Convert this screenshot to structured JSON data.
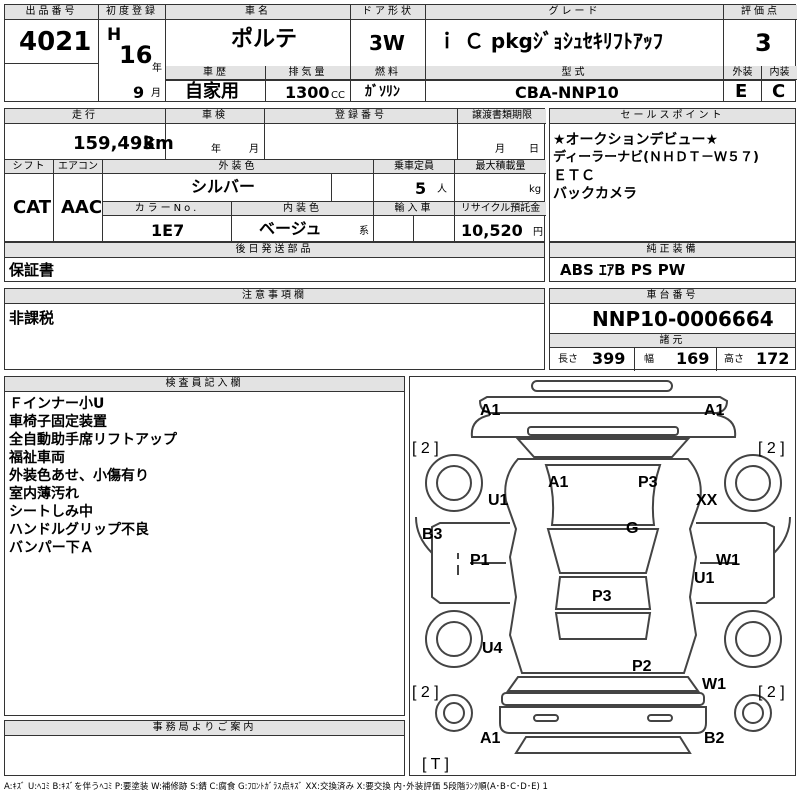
{
  "header_labels": {
    "lot_no": "出品番号",
    "first_reg": "初度登録",
    "car_name": "車名",
    "door_type": "ドア形状",
    "grade": "グレード",
    "score": "評価点",
    "history": "車歴",
    "displacement": "排気量",
    "fuel": "燃料",
    "model_code": "型式",
    "exterior": "外装",
    "interior": "内装"
  },
  "vehicle": {
    "lot_no": "4021",
    "era": "H",
    "year": "16",
    "year_unit": "年",
    "month": "9",
    "month_unit": "月",
    "name": "ポルテ",
    "door": "3W",
    "grade": "ｉ Ｃ pkgｼﾞｮｼｭｾｷﾘﾌﾄｱｯﾌ",
    "score": "3",
    "history": "自家用",
    "displacement": "1300",
    "displacement_unit": "CC",
    "fuel": "ｶﾞｿﾘﾝ",
    "model_code": "CBA-NNP10",
    "exterior_grade": "E",
    "interior_grade": "C"
  },
  "row2_labels": {
    "mileage": "走行",
    "inspection": "車検",
    "reg_no": "登録番号",
    "transfer_date": "譲渡書類期限",
    "shift": "シフト",
    "aircon": "エアコン",
    "ext_color": "外装色",
    "capacity": "乗車定員",
    "max_load": "最大積載量",
    "color_no": "カラーNo.",
    "int_color": "内装色",
    "import": "輸入車",
    "recycle": "リサイクル預託金",
    "year_unit": "年",
    "month_unit": "月",
    "day_unit": "日",
    "person_unit": "人",
    "kg_unit": "kg",
    "yen_unit": "円",
    "series_unit": "系"
  },
  "details": {
    "mileage": "159,493",
    "mileage_unit": "km",
    "shift": "CAT",
    "aircon": "AAC",
    "ext_color": "シルバー",
    "capacity": "5",
    "color_no": "1E7",
    "int_color": "ベージュ",
    "recycle": "10,520"
  },
  "sales_points": {
    "label": "セールスポイント",
    "items": [
      "★オークションデビュー★",
      "ディーラーナビ(ＮＨＤＴ－Ｗ５７)",
      "ＥＴＣ",
      "バックカメラ"
    ]
  },
  "later_parts": {
    "label": "後日発送部品",
    "value": "保証書"
  },
  "factory_equipment": {
    "label": "純正装備",
    "value": "ABS ｴｱB PS PW"
  },
  "notes": {
    "label": "注意事項欄",
    "value": "非課税"
  },
  "chassis": {
    "label": "車台番号",
    "value": "NNP10-0006664",
    "specs_label": "諸元",
    "length_label": "長さ",
    "length": "399",
    "width_label": "幅",
    "width": "169",
    "height_label": "高さ",
    "height": "172"
  },
  "inspector": {
    "label": "検査員記入欄",
    "items": [
      "Ｆインナー小U",
      "車椅子固定装置",
      "全自動助手席リフトアップ",
      "福祉車両",
      "外装色あせ、小傷有り",
      "室内薄汚れ",
      "シートしみ中",
      "ハンドルグリップ不良",
      "バンパー下Ａ"
    ]
  },
  "office": {
    "label": "事務局よりご案内"
  },
  "damage_marks": {
    "front_left": "A1",
    "front_right": "A1",
    "bracket_tl": "[ 2 ]",
    "bracket_tr": "[ 2 ]",
    "hood_left": "A1",
    "hood_right": "P3",
    "fender_left": "U1",
    "fender_right": "XX",
    "roof": "G",
    "side_left": "B3",
    "door_left": "P1",
    "door_right": "W1",
    "door_right_low": "U1",
    "interior": "P3",
    "quarter_left": "U4",
    "trunk": "P2",
    "quarter_right": "W1",
    "bracket_bl": "[ 2 ]",
    "bracket_br": "[ 2 ]",
    "rear_left": "A1",
    "rear_right": "B2",
    "bottom": "[ T ]"
  },
  "legend": "A:ｷｽﾞ U:ﾍｺﾐ B:ｷｽﾞを伴うﾍｺﾐ P:要塗装 W:補修跡 S:錆 C:腐食 G:ﾌﾛﾝﾄｶﾞﾗｽ点ｷｽﾞ XX:交換済み X:要交換 内･外装評価 5段階ﾗﾝｸ順(A･B･C･D･E) 1"
}
